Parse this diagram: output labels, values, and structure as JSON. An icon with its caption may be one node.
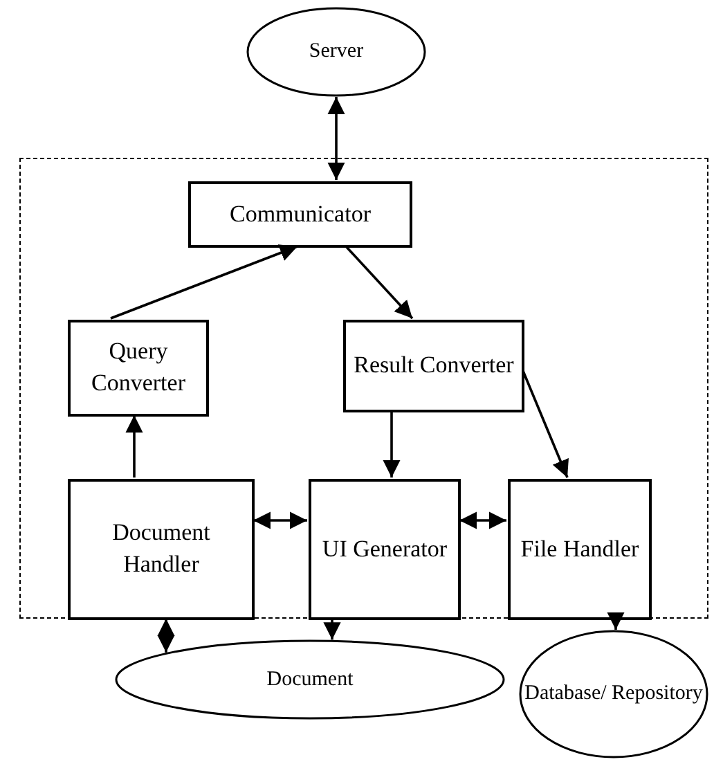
{
  "diagram": {
    "nodes": [
      {
        "text": [
          "Server"
        ]
      },
      {
        "text": [],
        "shape": "box"
      },
      {
        "text": [
          "Communicator"
        ],
        "in": 1
      },
      {
        "text": [
          "Query Converter"
        ],
        "in": 1
      },
      {
        "text": [
          "Result Converter"
        ],
        "in": 1
      },
      {
        "text": [
          "Document Handler"
        ],
        "in": 1
      },
      {
        "text": [
          "UI Generator"
        ],
        "in": 1
      },
      {
        "text": [
          "File Handler"
        ],
        "in": 1
      },
      {
        "text": [
          "Document"
        ]
      },
      {
        "text": [
          "Database/ Repository"
        ]
      }
    ],
    "edges": [
      {
        "from": 0,
        "to": 2,
        "arrow": "both"
      },
      {
        "from": 3,
        "to": 2,
        "arrow": "to"
      },
      {
        "from": 2,
        "to": 4,
        "arrow": "to"
      },
      {
        "from": 5,
        "to": 3,
        "arrow": "to"
      },
      {
        "from": 4,
        "to": 6,
        "arrow": "to"
      },
      {
        "from": 4,
        "to": 7,
        "arrow": "to"
      },
      {
        "from": 5,
        "to": 6,
        "arrow": "both"
      },
      {
        "from": 6,
        "to": 7,
        "arrow": "both"
      },
      {
        "from": 5,
        "to": 8,
        "arrow": "both"
      },
      {
        "from": 6,
        "to": 8,
        "arrow": "to"
      },
      {
        "from": 7,
        "to": 9,
        "arrow": "to"
      }
    ]
  }
}
